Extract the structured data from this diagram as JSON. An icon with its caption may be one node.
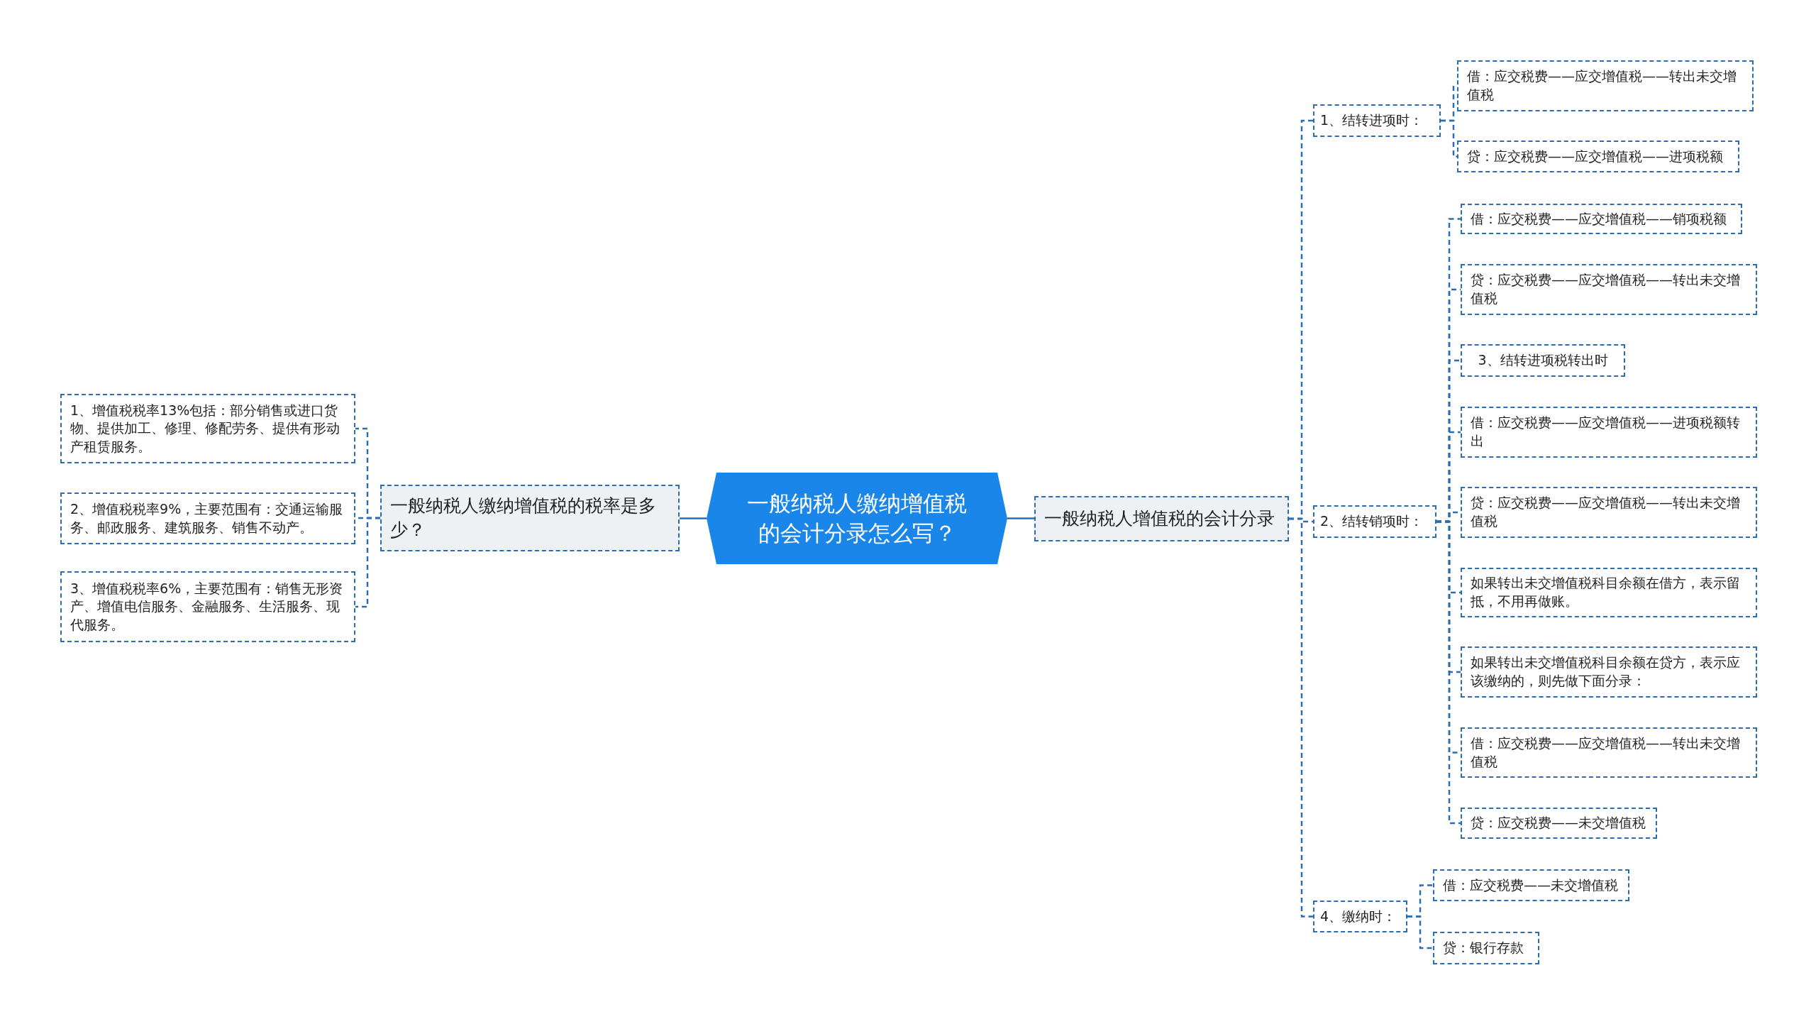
{
  "diagram": {
    "nodes": [
      {
        "text": [
          "一般纳税人缴纳增值税的会计分录怎么写？"
        ]
      },
      {
        "text": [
          "一般纳税人缴纳增值税的税率是多少？"
        ]
      },
      {
        "text": [
          "1、增值税税率13%包括：部分销售或进口货物、提供加工、修理、修配劳务、提供有形动产租赁服务。"
        ]
      },
      {
        "text": [
          "2、增值税税率9%，主要范围有：交通运输服务、邮政服务、建筑服务、销售不动产。"
        ]
      },
      {
        "text": [
          "3、增值税税率6%，主要范围有：销售无形资产、增值电信服务、金融服务、生活服务、现代服务。"
        ]
      },
      {
        "text": [
          "一般纳税人增值税的会计分录"
        ]
      },
      {
        "text": [
          "1、结转进项时："
        ]
      },
      {
        "text": [
          "借：应交税费——应交增值税——转出未交增值税"
        ]
      },
      {
        "text": [
          "贷：应交税费——应交增值税——进项税额"
        ]
      },
      {
        "text": [
          "2、结转销项时："
        ]
      },
      {
        "text": [
          "借：应交税费——应交增值税——销项税额"
        ]
      },
      {
        "text": [
          "贷：应交税费——应交增值税——转出未交增值税"
        ]
      },
      {
        "text": [
          "3、结转进项税转出时"
        ]
      },
      {
        "text": [
          "借：应交税费——应交增值税——进项税额转出"
        ]
      },
      {
        "text": [
          "贷：应交税费——应交增值税——转出未交增值税"
        ]
      },
      {
        "text": [
          "如果转出未交增值税科目余额在借方，表示留抵，不用再做账。"
        ]
      },
      {
        "text": [
          "如果转出未交增值税科目余额在贷方，表示应该缴纳的，则先做下面分录："
        ]
      },
      {
        "text": [
          "借：应交税费——应交增值税——转出未交增值税"
        ]
      },
      {
        "text": [
          "贷：应交税费——未交增值税"
        ]
      },
      {
        "text": [
          "4、缴纳时："
        ]
      },
      {
        "text": [
          "借：应交税费——未交增值税"
        ]
      },
      {
        "text": [
          "贷：银行存款"
        ]
      }
    ],
    "edges": [
      {
        "from": 0,
        "to": 1,
        "arrow": "none"
      },
      {
        "from": 1,
        "to": 2,
        "arrow": "none",
        "style": "dashed"
      },
      {
        "from": 1,
        "to": 3,
        "arrow": "none",
        "style": "dashed"
      },
      {
        "from": 1,
        "to": 4,
        "arrow": "none",
        "style": "dashed"
      },
      {
        "from": 0,
        "to": 5,
        "arrow": "none"
      },
      {
        "from": 5,
        "to": 6,
        "arrow": "none",
        "style": "dashed"
      },
      {
        "from": 5,
        "to": 9,
        "arrow": "none",
        "style": "dashed"
      },
      {
        "from": 5,
        "to": 19,
        "arrow": "none",
        "style": "dashed"
      },
      {
        "from": 6,
        "to": 7,
        "arrow": "none",
        "style": "dashed"
      },
      {
        "from": 6,
        "to": 8,
        "arrow": "none",
        "style": "dashed"
      },
      {
        "from": 9,
        "to": 10,
        "arrow": "none",
        "style": "dashed"
      },
      {
        "from": 9,
        "to": 11,
        "arrow": "none",
        "style": "dashed"
      },
      {
        "from": 9,
        "to": 12,
        "arrow": "none",
        "style": "dashed"
      },
      {
        "from": 9,
        "to": 13,
        "arrow": "none",
        "style": "dashed"
      },
      {
        "from": 9,
        "to": 14,
        "arrow": "none",
        "style": "dashed"
      },
      {
        "from": 9,
        "to": 15,
        "arrow": "none",
        "style": "dashed"
      },
      {
        "from": 9,
        "to": 16,
        "arrow": "none",
        "style": "dashed"
      },
      {
        "from": 9,
        "to": 17,
        "arrow": "none",
        "style": "dashed"
      },
      {
        "from": 9,
        "to": 18,
        "arrow": "none",
        "style": "dashed"
      },
      {
        "from": 19,
        "to": 20,
        "arrow": "none",
        "style": "dashed"
      },
      {
        "from": 19,
        "to": 21,
        "arrow": "none",
        "style": "dashed"
      }
    ]
  }
}
